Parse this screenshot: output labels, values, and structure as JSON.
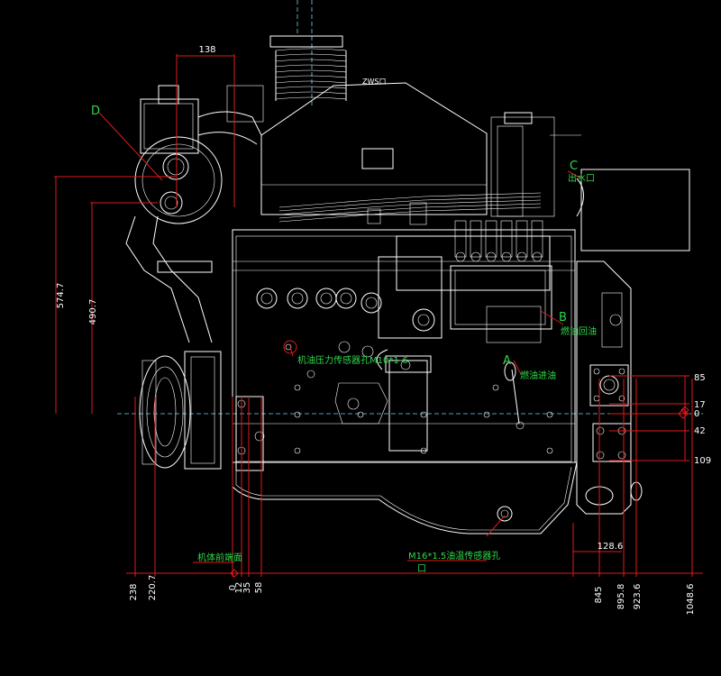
{
  "drawing": {
    "colors": {
      "background": "#000000",
      "outline": "#ffffff",
      "dimension": "#e01a1a",
      "label": "#2fd84a",
      "centerline": "#6fd8e8"
    },
    "top_dimension": "138",
    "vertical_dimensions": [
      "574.7",
      "490.7"
    ],
    "bottom_left_dimensions": [
      "238",
      "220.7",
      "0",
      "12",
      "35",
      "58"
    ],
    "bottom_right_dimensions": [
      "845",
      "895.8",
      "923.6",
      "1048.6"
    ],
    "right_dimensions": [
      "85",
      "17",
      "0",
      "42",
      "109"
    ],
    "lower_right_dimension": "128.6",
    "letters": [
      "D",
      "C",
      "B",
      "A"
    ],
    "labels": {
      "oil_pressure_sensor": "机油压力传感器孔M10*1-6",
      "water_outlet": "出水口",
      "fuel_return": "燃油回油",
      "fuel_inlet": "燃油进油",
      "block_front_face": "机体前端面",
      "oil_temp_sensor": "M16*1.5油温传感器孔",
      "bottom_mark": "口",
      "top_badge": "ZWS口"
    }
  }
}
